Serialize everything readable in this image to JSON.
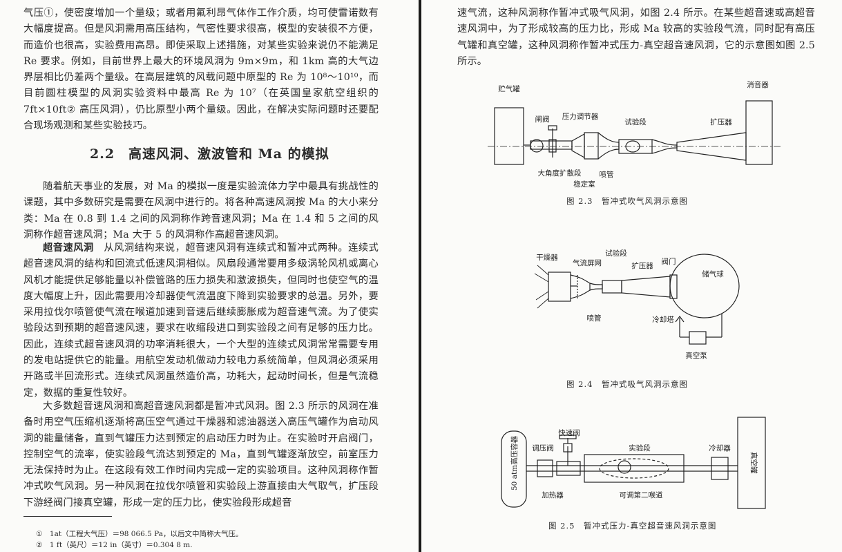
{
  "left": {
    "p1": "气压①，使密度增加一个量级；或者用氟利昂气体作工作介质，均可使雷诺数有大幅度提高。但是风洞需用高压结构，气密性要求很高，模型的安装很不方便，而造价也很高，实验费用高昂。即使采取上述措施，对某些实验来说仍不能满足 Re 要求。例如，目前世界上最大的环境风洞为 9m×9m，和 1km 高的大气边界层相比仍差两个量级。在高层建筑的风载问题中原型的 Re 为 10⁸～10¹⁰，而目前圆柱模型的风洞实验资料中最高 Re 为 10⁷（在英国皇家航空组织的 7ft×10ft② 高压风洞），仍比原型小两个量级。因此，在解决实际问题时还要配合现场观测和某些实验技巧。",
    "section_title": "2.2　高速风洞、激波管和 Ma 的模拟",
    "p2": "随着航天事业的发展，对 Ma 的模拟一度是实验流体力学中最具有挑战性的课题，其中多数研究是需要在风洞中进行的。将各种高速风洞按 Ma 的大小来分类：Ma 在 0.8 到 1.4 之间的风洞称作跨音速风洞；Ma 在 1.4 和 5 之间的风洞称作超音速风洞；Ma 大于 5 的风洞称作高超音速风洞。",
    "p3_lead": "超音速风洞",
    "p3": "　从风洞结构来说，超音速风洞有连续式和暂冲式两种。连续式超音速风洞的结构和回流式低速风洞相似。风扇段通常要用多级涡轮风机或离心风机才能提供足够能量以补偿管路的压力损失和激波损失，但同时也使空气的温度大幅度上升，因此需要用冷却器使气流温度下降到实验要求的总温。另外，要采用拉伐尔喷管使气流在喉道加速到音速后继续膨胀成为超音速气流。为了使实验段达到预期的超音速风速，要求在收缩段进口到实验段之间有足够的压力比。因此，连续式超音速风洞的功率消耗很大，一个大型的连续式风洞常常需要专用的发电站提供它的能量。用航空发动机做动力较电力系统简单，但风洞必须采用开路或半回流形式。连续式风洞虽然造价高，功耗大，起动时间长，但是气流稳定，数据的重复性较好。",
    "p4": "大多数超音速风洞和高超音速风洞都是暂冲式风洞。图 2.3 所示的风洞在准备时用空气压缩机逐渐将高压空气通过干燥器和滤油器送入高压气罐作为启动风洞的能量储备，直到气罐压力达到预定的启动压力时为止。在实验时开启阀门，控制空气的流率，使实验段气流达到预定的 Ma，直到气罐逐渐放空，前室压力无法保持时为止。在这段有效工作时间内完成一定的实验项目。这种风洞称作暂冲式吹气风洞。另一种风洞在拉伐尔喷管和实验段上游直接由大气取气，扩压段下游经阀门接真空罐，形成一定的压力比，使实验段形成超音",
    "fn1": "①　1at（工程大气压）＝98 066.5 Pa，以后文中简称大气压。",
    "fn2": "②　1 ft（英尺）＝12 in（英寸）＝0.304 8 m."
  },
  "right": {
    "p1": "速气流，这种风洞称作暂冲式吸气风洞，如图 2.4 所示。在某些超音速或高超音速风洞中，为了形成较高的压力比，形成 Ma 较高的实验段气流，同时配有高压气罐和真空罐，这种风洞称作暂冲式压力-真空超音速风洞，它的示意图如图 2.5 所示。",
    "fig23": {
      "labels": {
        "tank": "贮气罐",
        "valve": "闸阀",
        "regulator": "压力调节器",
        "test": "试验段",
        "diffuser": "扩压器",
        "muffler": "消音器",
        "wide_angle": "大角度扩散段",
        "settling": "稳定室",
        "nozzle": "喷管"
      },
      "caption": "图 2.3　暂冲式吹气风洞示意图"
    },
    "fig24": {
      "labels": {
        "dryer": "干燥器",
        "screen": "气流屏网",
        "test": "试验段",
        "diffuser": "扩压器",
        "valve": "阀门",
        "sphere": "储气球",
        "nozzle": "喷管",
        "tower": "冷却塔",
        "pump": "真空泵"
      },
      "caption": "图 2.4　暂冲式吸气风洞示意图"
    },
    "fig25": {
      "labels": {
        "hp_tank": "50 atm高压容器",
        "reg_valve": "调压阀",
        "fast_valve": "快速阀",
        "test": "实验段",
        "cooler": "冷却器",
        "vac_tank": "真空罐",
        "heater": "加热器",
        "throat": "可调第二喉道"
      },
      "caption": "图 2.5　暂冲式压力-真空超音速风洞示意图"
    }
  }
}
